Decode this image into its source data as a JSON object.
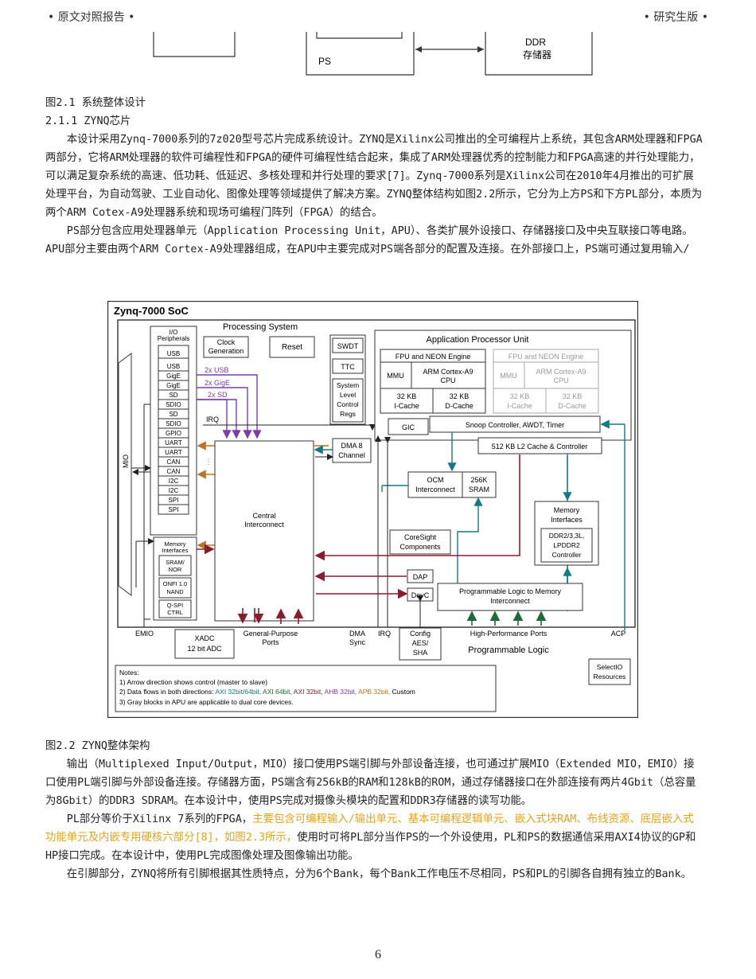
{
  "header": {
    "left": "• 原文对照报告 •",
    "right": "• 研究生版 •"
  },
  "top_figure": {
    "ps_label": "PS",
    "ddr_partial": "DDR",
    "memory_label": "存储器"
  },
  "fig1_caption": "图2.1 系统整体设计",
  "section_heading": "2.1.1 ZYNQ芯片",
  "para1": "本设计采用Zynq-7000系列的7z020型号芯片完成系统设计。ZYNQ是Xilinx公司推出的全可编程片上系统，其包含ARM处理器和FPGA两部分，它将ARM处理器的软件可编程性和FPGA的硬件可编程性结合起来，集成了ARM处理器优秀的控制能力和FPGA高速的并行处理能力，可以满足复杂系统的高速、低功耗、低延迟、多核处理和并行处理的要求[7]。Zynq-7000系列是Xilinx公司在2010年4月推出的可扩展处理平台，为自动驾驶、工业自动化、图像处理等领域提供了解决方案。ZYNQ整体结构如图2.2所示，它分为上方PS和下方PL部分，本质为两个ARM Cotex-A9处理器系统和现场可编程门阵列（FPGA）的结合。",
  "para2": "PS部分包含应用处理器单元（Application Processing Unit，APU）、各类扩展外设接口、存储器接口及中央互联接口等电路。APU部分主要由两个ARM Cortex-A9处理器组成，在APU中主要完成对PS端各部分的配置及连接。在外部接口上，PS端可通过复用输入/",
  "figure": {
    "soc_title": "Zynq-7000 SoC",
    "processing_system": "Processing System",
    "io_peripherals": [
      "I/O",
      "Peripherals"
    ],
    "io_items": [
      "USB",
      "USB",
      "GigE",
      "GigE",
      "SD",
      "SDIO",
      "SD",
      "SDIO",
      "GPIO",
      "UART",
      "UART",
      "CAN",
      "CAN",
      "I2C",
      "I2C",
      "SPI",
      "SPI"
    ],
    "mio": "MIO",
    "clock_gen": [
      "Clock",
      "Generation"
    ],
    "reset": "Reset",
    "swdt": "SWDT",
    "ttc": "TTC",
    "slcr": [
      "System",
      "Level",
      "Control",
      "Regs"
    ],
    "dma": [
      "DMA 8",
      "Channel"
    ],
    "gic": "GIC",
    "irq": "IRQ",
    "apu_title": "Application Processor Unit",
    "fpu": "FPU and NEON Engine",
    "mmu": "MMU",
    "cpu": [
      "ARM Cortex-A9",
      "CPU"
    ],
    "icache": [
      "32 KB",
      "I-Cache"
    ],
    "dcache": [
      "32 KB",
      "D-Cache"
    ],
    "snoop": "Snoop Controller, AWDT, Timer",
    "l2": "512 KB L2 Cache & Controller",
    "ocm": [
      "OCM",
      "Interconnect"
    ],
    "sram": [
      "256K",
      "SRAM"
    ],
    "usb_flow": "2x USB",
    "gige_flow": "2x GigE",
    "sd_flow": "2x SD",
    "central": [
      "Central",
      "Interconnect"
    ],
    "mem_if_left": [
      "Memory",
      "Interfaces"
    ],
    "mem_items": [
      "SRAM/",
      "NOR",
      "ONFI 1.0",
      "NAND",
      "Q-SPI",
      "CTRL"
    ],
    "coresight": [
      "CoreSight",
      "Components"
    ],
    "dap": "DAP",
    "devc": "DevC",
    "mem_if_right": [
      "Memory",
      "Interfaces"
    ],
    "ddr_ctrl": [
      "DDR2/3,3L,",
      "LPDDR2",
      "Controller"
    ],
    "pl_mem": [
      "Programmable Logic to Memory",
      "Interconnect"
    ],
    "emio": "EMIO",
    "xadc": [
      "XADC",
      "12 bit ADC"
    ],
    "gp_ports": [
      "General-Purpose",
      "Ports"
    ],
    "dma_sync": [
      "DMA",
      "Sync"
    ],
    "irq_bottom": "IRQ",
    "config": [
      "Config",
      "AES/",
      "SHA"
    ],
    "hp_ports": "High-Performance Ports",
    "acp": "ACP",
    "prog_logic": "Programmable Logic",
    "selectio": [
      "SelectIO",
      "Resources"
    ],
    "notes_title": "Notes:",
    "note1": "1) Arrow direction shows control (master to slave)",
    "note2_prefix": "2) Data flows in both directions: ",
    "note2_axi64": "AXI 32bit/64bit, ",
    "note2_axi64b": "AXI 64bit, ",
    "note2_axi32": "AXI 32bit, ",
    "note2_ahb": "AHB 32bit, ",
    "note2_apb": "APB 32bit, ",
    "note2_custom": "Custom",
    "note3": "3) Gray blocks in APU are applicable to dual core devices."
  },
  "colors": {
    "teal": "#12798a",
    "red": "#8b1c2e",
    "purple": "#7b3ea8",
    "orange": "#b8752a",
    "green": "#1c6b3a",
    "gray": "#999999",
    "highlight": "#e8a317"
  },
  "fig2_caption": "图2.2 ZYNQ整体架构",
  "para3": "输出（Multiplexed Input/Output，MIO）接口使用PS端引脚与外部设备连接，也可通过扩展MIO（Extended MIO，EMIO）接口使用PL端引脚与外部设备连接。存储器方面，PS端含有256kB的RAM和128kB的ROM，通过存储器接口在外部连接有两片4Gbit（总容量为8Gbit）的DDR3 SDRAM。在本设计中，使用PS完成对摄像头模块的配置和DDR3存储器的读写功能。",
  "para4_a": "PL部分等价于Xilinx 7系列的FPGA，",
  "para4_hl": "主要包含可编程输入/输出单元、基本可编程逻辑单元、嵌入式块RAM、布线资源、底层嵌入式功能单元及内嵌专用硬核六部分[8]，如图2.3所示，",
  "para4_b": "使用时可将PL部分当作PS的一个外设使用，PL和PS的数据通信采用AXI4协议的GP和HP接口完成。在本设计中，使用PL完成图像处理及图像输出功能。",
  "para5": "在引脚部分，ZYNQ将所有引脚根据其性质特点，分为6个Bank，每个Bank工作电压不尽相同，PS和PL的引脚各自拥有独立的Bank。",
  "page_number": "6"
}
